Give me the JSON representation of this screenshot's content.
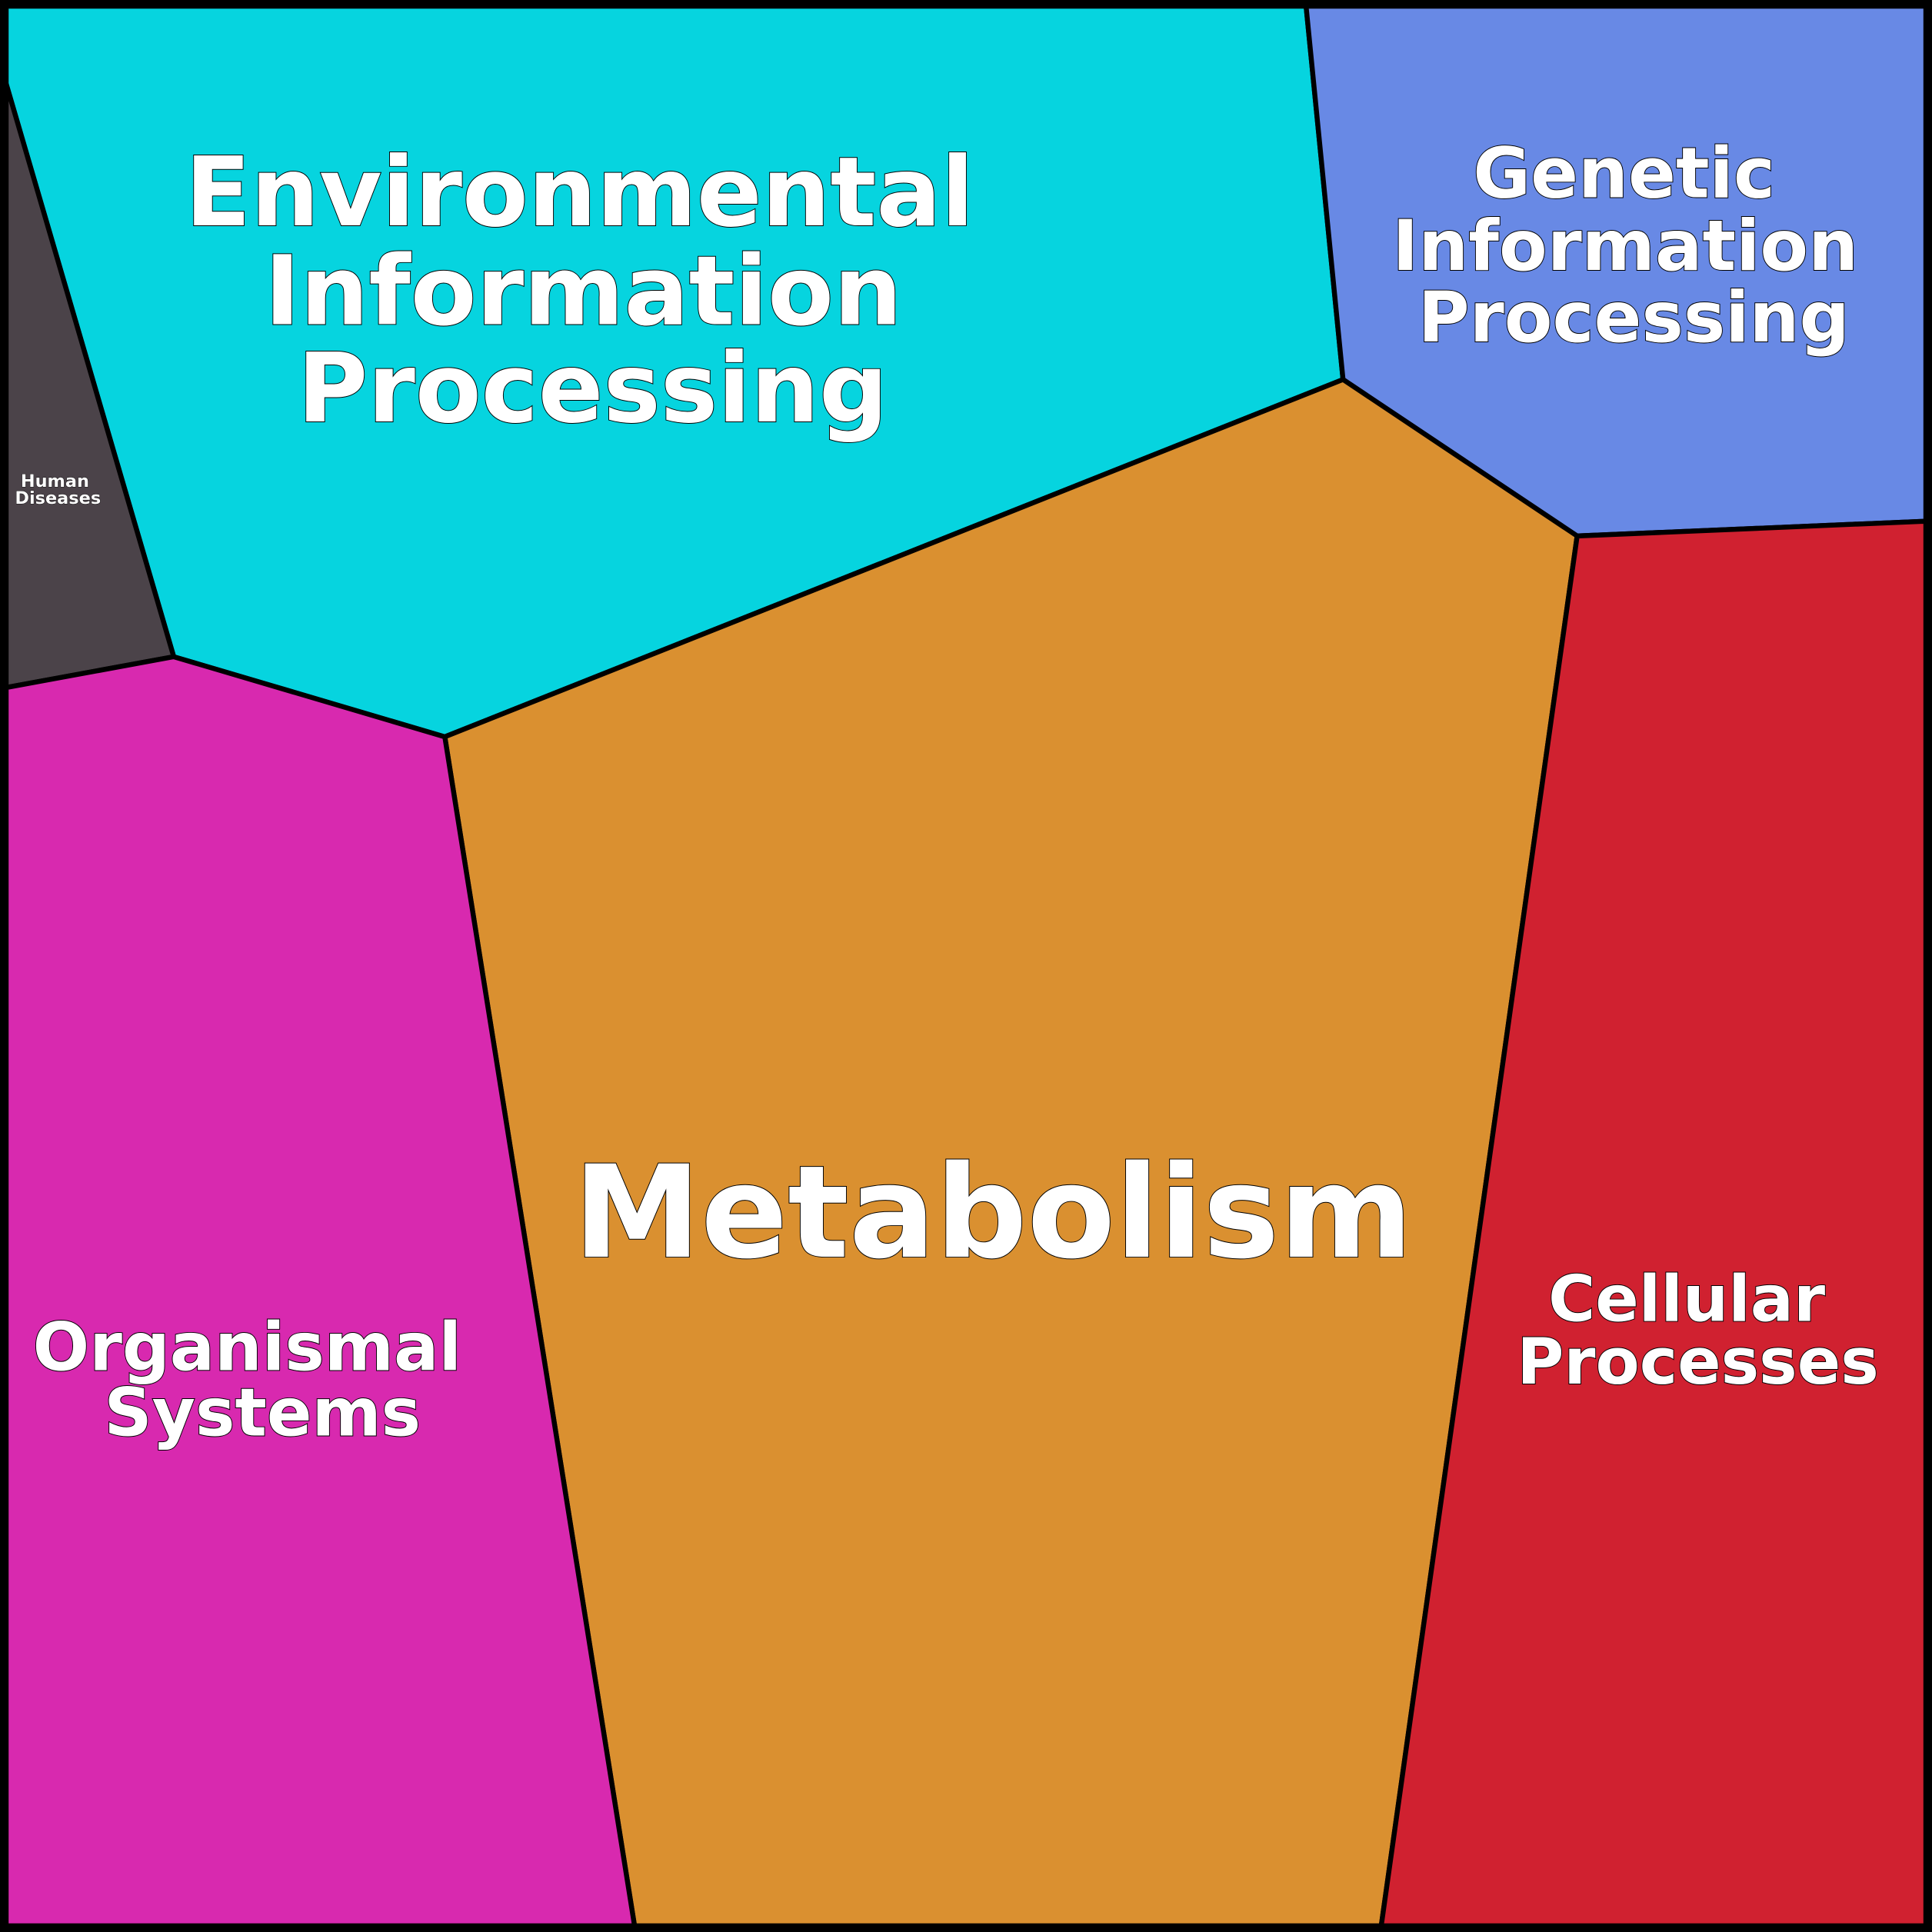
{
  "title": "Voronoi treemap of KEGG pathway categories",
  "colors": {
    "environmental": "#06D4DF",
    "genetic": "#6889E5",
    "human": "#4B4349",
    "metabolism": "#DA9030",
    "organismal": "#D829AF",
    "cellular": "#D02130",
    "border": "#000000"
  },
  "cells": {
    "environmental": {
      "lines": [
        "Environmental",
        "Information",
        "Processing"
      ]
    },
    "genetic": {
      "lines": [
        "Genetic",
        "Information",
        "Processing"
      ]
    },
    "human": {
      "lines": [
        "Human",
        "Diseases"
      ]
    },
    "metabolism": {
      "lines": [
        "Metabolism"
      ]
    },
    "organismal": {
      "lines": [
        "Organismal",
        "Systems"
      ]
    },
    "cellular": {
      "lines": [
        "Cellular",
        "Processes"
      ]
    }
  }
}
